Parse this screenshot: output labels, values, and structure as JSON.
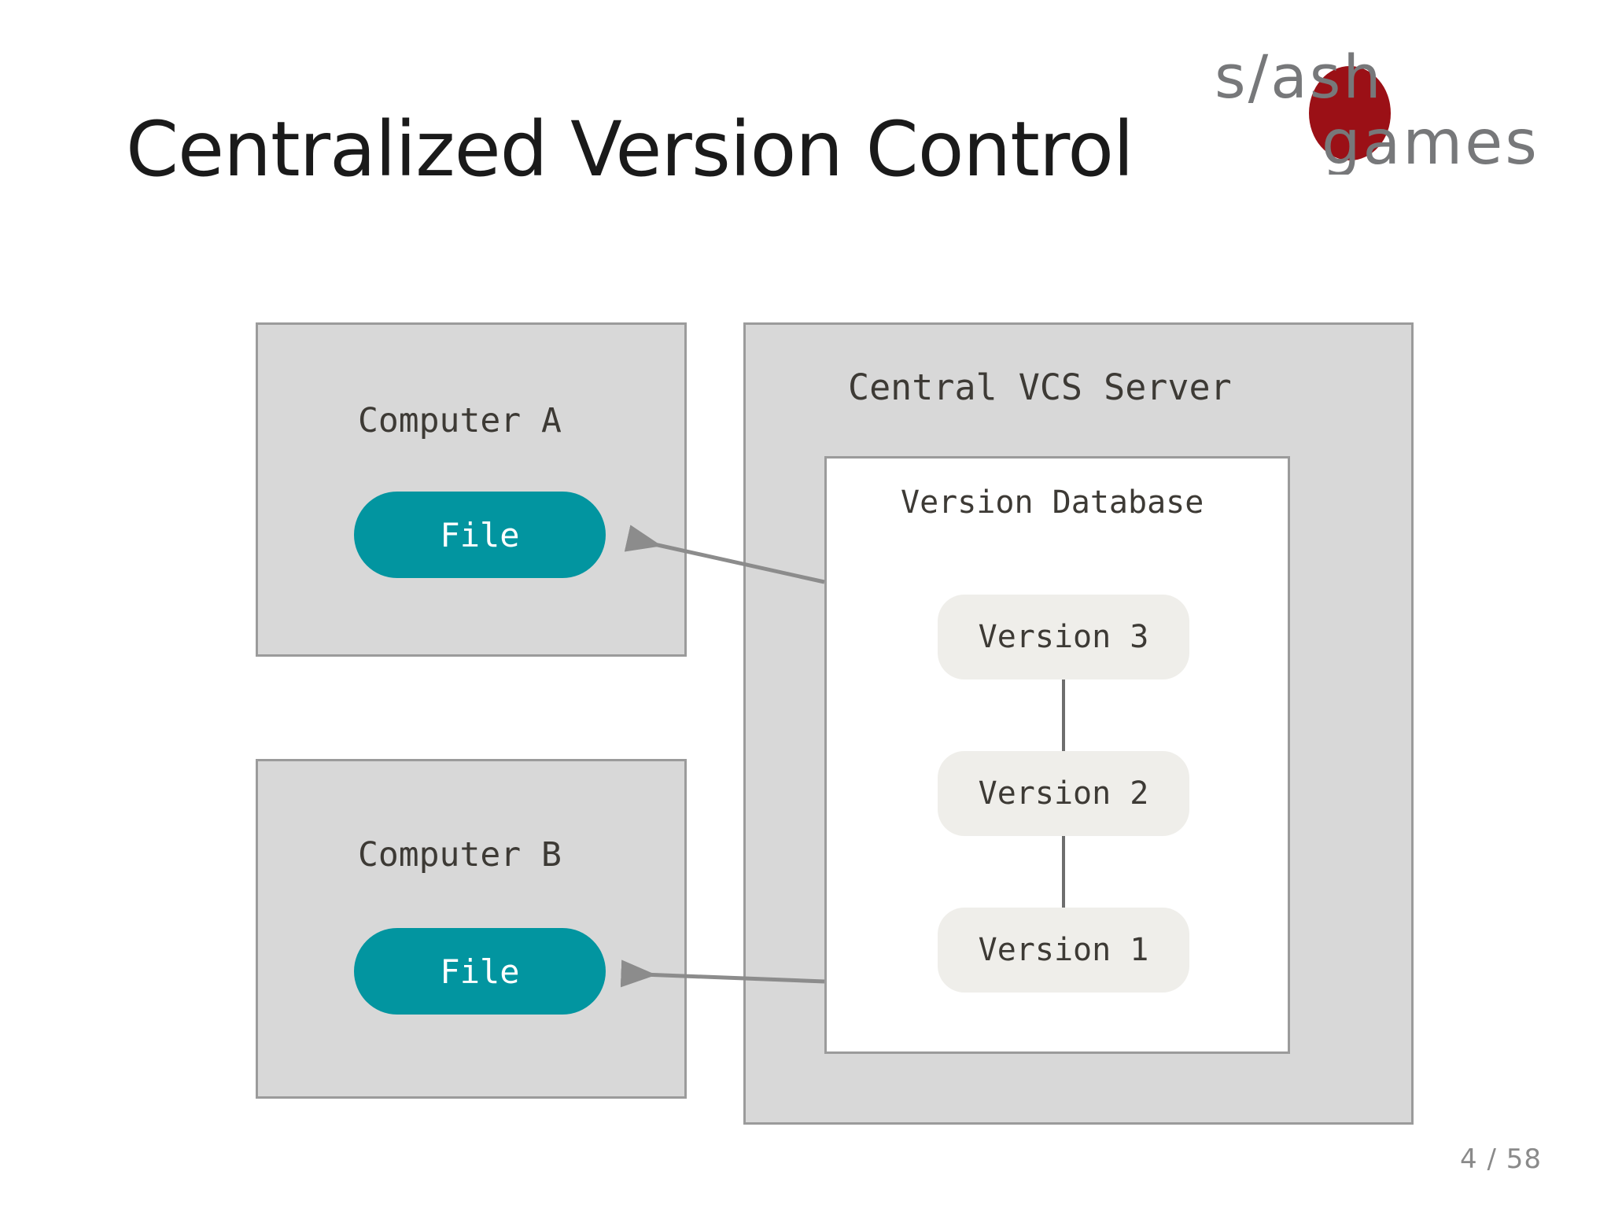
{
  "slide": {
    "title": "Centralized Version Control",
    "page_indicator": "4 / 58"
  },
  "logo": {
    "line1": "s/ash",
    "line2": "games",
    "text_color": "#77787a",
    "badge_color": "#9b1016"
  },
  "diagram": {
    "type": "centralized-vcs",
    "computer_a": {
      "label": "Computer A",
      "file_label": "File",
      "box_color": "#d8d8d8",
      "border_color": "#9b9b9b",
      "file_color": "#0295a0"
    },
    "computer_b": {
      "label": "Computer B",
      "file_label": "File",
      "box_color": "#d8d8d8",
      "border_color": "#9b9b9b",
      "file_color": "#0295a0"
    },
    "server": {
      "label": "Central VCS Server",
      "box_color": "#d8d8d8",
      "border_color": "#9b9b9b",
      "database": {
        "label": "Version Database",
        "box_color": "#ffffff",
        "border_color": "#9b9b9b",
        "version_color": "#efeeea",
        "versions": [
          {
            "label": "Version 3"
          },
          {
            "label": "Version 2"
          },
          {
            "label": "Version 1"
          }
        ]
      }
    },
    "connectors": [
      {
        "name": "server-to-computer-a",
        "from": "version-database",
        "to": "computer-a-file",
        "color": "#8c8c8c"
      },
      {
        "name": "server-to-computer-b",
        "from": "version-database",
        "to": "computer-b-file",
        "color": "#8c8c8c"
      }
    ]
  }
}
